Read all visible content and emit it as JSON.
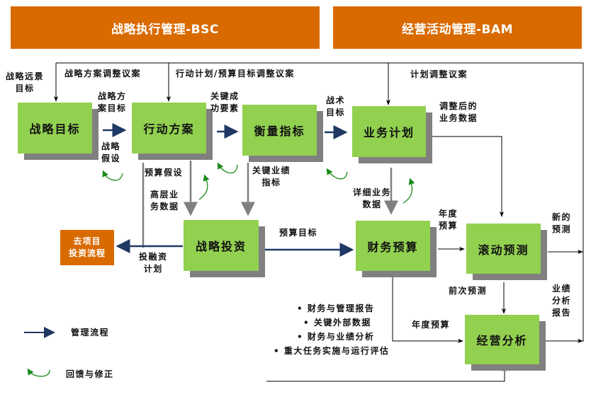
{
  "headers": {
    "bsc": "战略执行管理-BSC",
    "bam": "经营活动管理-BAM"
  },
  "boxes": {
    "strategic_goal": "战略目标",
    "action_plan": "行动方案",
    "metrics": "衡量指标",
    "business_plan": "业务计划",
    "strategic_investment": "战略投资",
    "financial_budget": "财务预算",
    "rolling_forecast": "滚动预测",
    "operation_analysis": "经营分析",
    "project_investment_line1": "去项目",
    "project_investment_line2": "投资流程"
  },
  "labels": {
    "vision_goal_1": "战略远景",
    "vision_goal_2": "目标",
    "strategy_adjust": "战略方案调整议案",
    "action_budget_adjust": "行动计划/预算目标调整议案",
    "plan_adjust": "计划调整议案",
    "strategy_goal_1": "战略方",
    "strategy_goal_2": "案目标",
    "strategy_assume_1": "战略",
    "strategy_assume_2": "假设",
    "ksf_1": "关键成",
    "ksf_2": "功要素",
    "tactic_goal_1": "战术",
    "tactic_goal_2": "目标",
    "adjusted_data_1": "调整后的",
    "adjusted_data_2": "业务数据",
    "budget_assume": "预算假设",
    "senior_data_1": "高层业",
    "senior_data_2": "务数据",
    "kpi_1": "关键业绩",
    "kpi_2": "指标",
    "detail_data_1": "详细业务",
    "detail_data_2": "数据",
    "annual_budget_1": "年度",
    "annual_budget_2": "预算",
    "new_forecast_1": "新的",
    "new_forecast_2": "预测",
    "budget_target": "预算目标",
    "financing_plan_1": "投融资",
    "financing_plan_2": "计划",
    "prev_forecast": "前次预测",
    "perf_report_1": "业绩",
    "perf_report_2": "分析",
    "perf_report_3": "报告",
    "annual_budget_full": "年度预算"
  },
  "bullets": [
    "• 财务与管理报告",
    "• 关键外部数据",
    "• 财务与业绩分析",
    "• 重大任务实施与运行评估"
  ],
  "legend": {
    "management_flow": "管理流程",
    "feedback": "回馈与修正"
  },
  "colors": {
    "header": "#d96a00",
    "box_green": "#92d050",
    "shadow": "#808080",
    "flow_arrow": "#1f3864",
    "feedback_arrow": "#2e8b2e"
  }
}
